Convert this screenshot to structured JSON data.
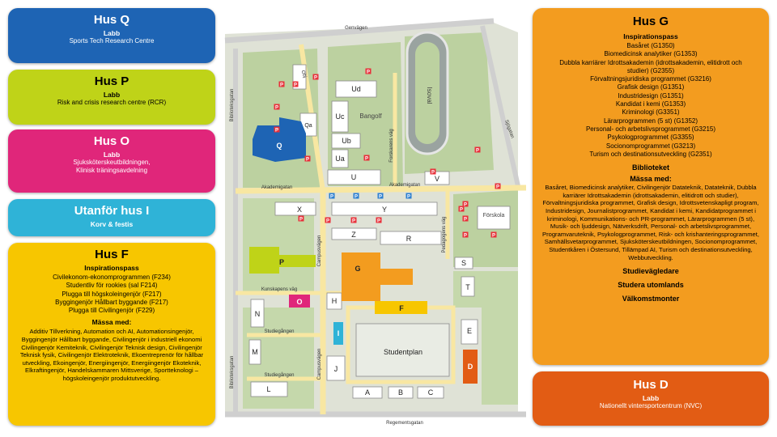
{
  "cards": {
    "q": {
      "title": "Hus Q",
      "sub": "Labb",
      "lines": [
        "Sports Tech Research Centre"
      ],
      "color": "#1e64b4"
    },
    "p": {
      "title": "Hus P",
      "sub": "Labb",
      "lines": [
        "Risk and crisis research centre (RCR)"
      ],
      "color": "#bfd318"
    },
    "o": {
      "title": "Hus O",
      "sub": "Labb",
      "lines": [
        "Sjuksköterskeutbildningen,",
        "Klinisk träningsavdelning"
      ],
      "color": "#e0267a"
    },
    "i": {
      "title": "Utanför hus I",
      "sub": "Korv & festis",
      "color": "#2fb3d7"
    },
    "f": {
      "title": "Hus F",
      "sub": "Inspirationspass",
      "lines": [
        "Civilekonom-ekonomprogrammen (F234)",
        "Studentliv för rookies (sal F214)",
        "Plugga till högskoleingenjör (F217)",
        "Byggingenjör Hållbart byggande (F217)",
        "Plugga till Civilingenjör (F229)"
      ],
      "sub2": "Mässa med:",
      "fair": "Additiv Tillverkning, Automation och AI, Automationsingenjör, Byggingenjör Hållbart byggande, Civilingenjör i industriell ekonomi Civilingenjör Kemiteknik, Civilingenjör Teknisk design, Civilingenjör Teknisk fysik, Civilingenjör Elektroteknik, Ekoentreprenör för hållbar utveckling, Ekoingenjör, Energiingenjör, Energiingenjör Ekoteknik, Elkraftingenjör, Handelskammaren Mittsverige, Sportteknologi – högskoleingenjör produktutveckling.",
      "color": "#f7c600"
    },
    "g": {
      "title": "Hus G",
      "sub": "Inspirationspass",
      "lines": [
        "Basåret (G1350)",
        "Biomedicinsk analytiker (G1353)",
        "Dubbla karriärer Idrottsakademin (idrottsakademin, elitidrott och studier) (G2355)",
        "Förvaltningsjuridiska programmet (G3216)",
        "Grafisk design (G1351)",
        "Industridesign (G1351)",
        "Kandidat i kemi (G1353)",
        "Kriminologi (G3351)",
        "Lärarprogrammen (5 st) (G1352)",
        "Personal- och arbetslivsprogrammet (G3215)",
        "Psykologprogrammet (G3355)",
        "Socionomprogrammet (G3213)",
        "Turism och destinationsutveckling (G2351)"
      ],
      "lib": "Biblioteket",
      "sub2": "Mässa med:",
      "fair": "Basåret, Biomedicinsk analytiker, Civilingenjör Datateknik, Datateknik, Dubbla karriärer Idrottsakademin (idrottsakademin, elitidrott och studier), Förvaltningsjuridiska programmet, Grafisk design, Idrottsvetenskapligt program, Industridesign, Journalistprogrammet, Kandidat i kemi, Kandidatprogrammet i kriminologi, Kommunikations- och PR-programmet, Lärarprogrammen (5 st), Musik- och ljuddesign, Nätverksdrift, Personal- och arbetslivsprogrammet, Programvaruteknik, Psykologprogrammet, Risk- och krishanteringsprogrammet, Samhällsvetarprogrammet, Sjuksköterskeutbildningen, Socionomprogrammet, Studentkåren i Östersund, Tillämpad AI, Turism och destinationsutveckling, Webbutveckling.",
      "extra": [
        "Studievägledare",
        "Studera utomlands",
        "Välkomstmonter"
      ],
      "color": "#f39c1f"
    },
    "d": {
      "title": "Hus D",
      "sub": "Labb",
      "lines": [
        "Nationellt vintersportcentrum (NVC)"
      ],
      "color": "#e25c14"
    }
  },
  "map": {
    "streets": {
      "genvagen": "Genvägen",
      "regementsgatan": "Regementsgatan",
      "akademigatan": "Akademigatan",
      "kunskapens_vag": "Kunskapens väg",
      "studiegangen": "Studiegången",
      "campusvagen": "Campusvägen",
      "biblioteksgatan": "Biblioteksgatan",
      "forskarens_vag": "Forskarens väg",
      "pedagogens_vag": "Pedagogens väg",
      "sjogatan": "Sjögatan",
      "obj": "Obj"
    },
    "places": {
      "isoval": "Isoval",
      "bangolf": "Bangolf",
      "studentplan": "Studentplan",
      "forskola": "Förskola",
      "parking": "P"
    },
    "buildings": {
      "Q": "Q",
      "Qa": "Qa",
      "Ud": "Ud",
      "Uc": "Uc",
      "Ub": "Ub",
      "Ua": "Ua",
      "U": "U",
      "V": "V",
      "X": "X",
      "Y": "Y",
      "Z": "Z",
      "R": "R",
      "P": "P",
      "G": "G",
      "S": "S",
      "T": "T",
      "O": "O",
      "H": "H",
      "F": "F",
      "N": "N",
      "I": "I",
      "E": "E",
      "M": "M",
      "J": "J",
      "D": "D",
      "L": "L",
      "A": "A",
      "B": "B",
      "C": "C"
    },
    "highlight": {
      "q": "#1e64b4",
      "p": "#bfd318",
      "o": "#e0267a",
      "i": "#2fb3d7",
      "g": "#f39c1f",
      "f": "#f7c600",
      "d": "#e25c14"
    }
  }
}
